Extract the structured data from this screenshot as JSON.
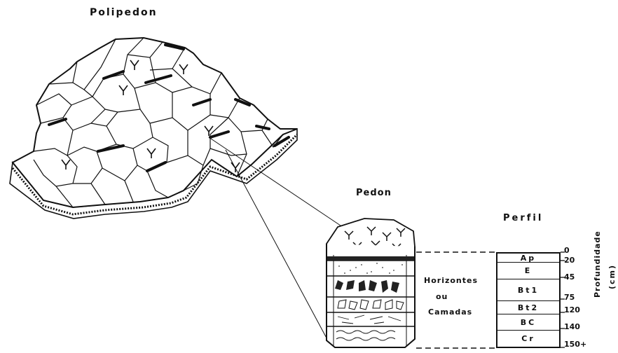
{
  "titles": {
    "polipedon": "Polipedon",
    "pedon": "Pedon",
    "perfil": "Perfil"
  },
  "horizons_label": {
    "line1": "Horizontes",
    "line2": "ou",
    "line3": "Camadas"
  },
  "depth_axis": {
    "title": "Profundidade",
    "unit": "(cm)"
  },
  "profile_layers": [
    {
      "label": "Ap"
    },
    {
      "label": "E"
    },
    {
      "label": "Bt1"
    },
    {
      "label": "Bt2"
    },
    {
      "label": "BC"
    },
    {
      "label": "Cr"
    }
  ],
  "depth_marks": [
    "0",
    "20",
    "45",
    "75",
    "120",
    "140",
    "150+"
  ]
}
